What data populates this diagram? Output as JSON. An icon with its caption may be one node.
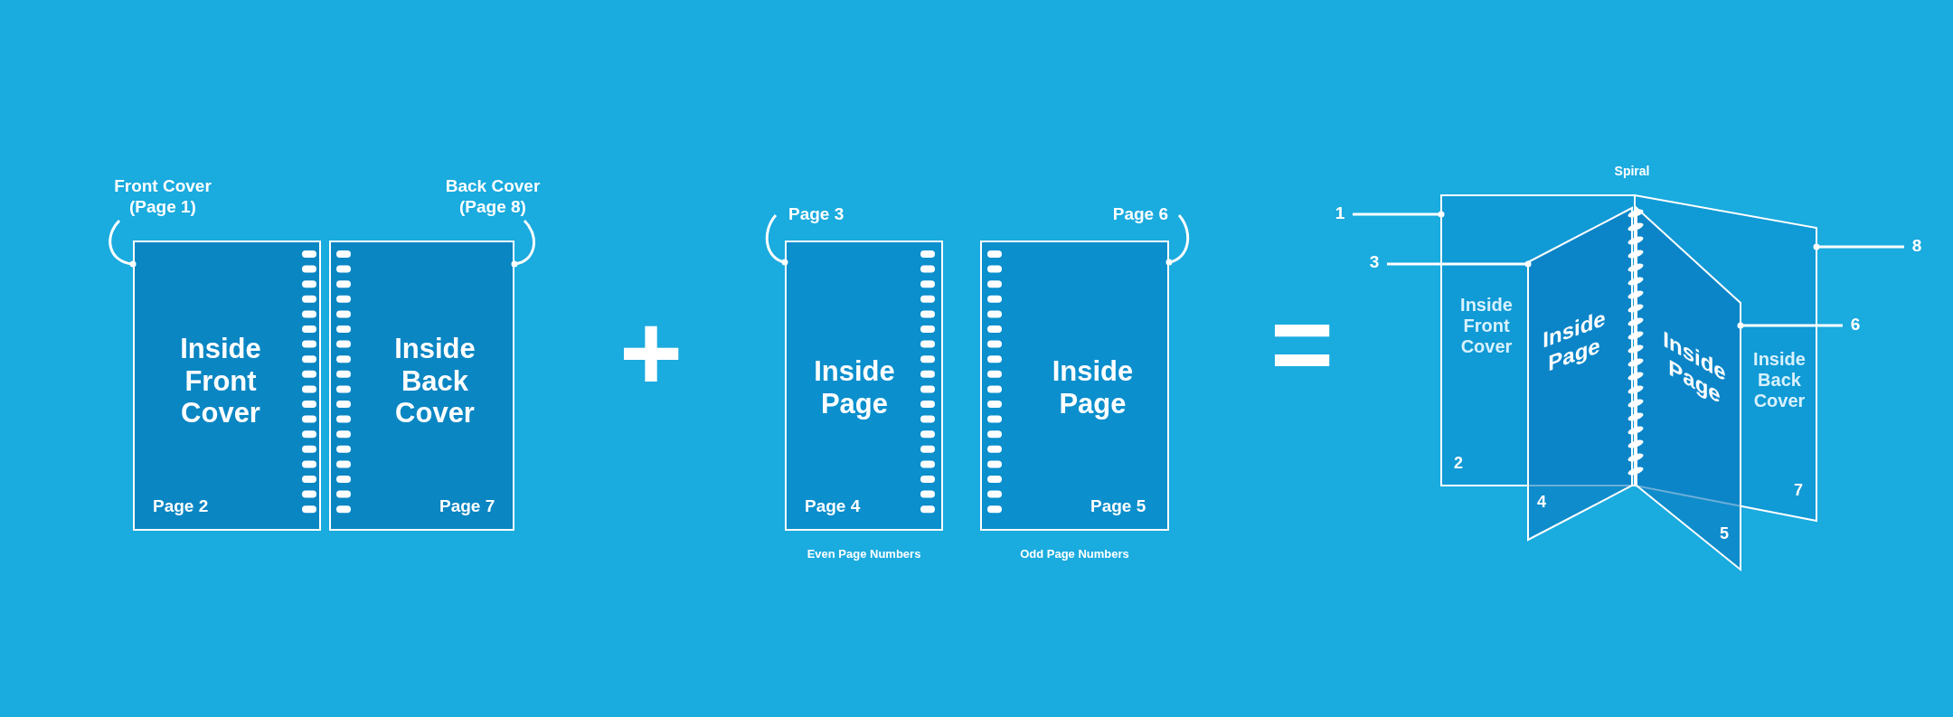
{
  "diagram": {
    "nodes": [
      {
        "text": [
          "Inside Front Cover",
          "Page 2"
        ]
      },
      {
        "text": [
          "Inside Back Cover",
          "Page 7"
        ]
      },
      {
        "text": [
          "Inside Page",
          "Page 4"
        ],
        "beside": [
          "Even Page Numbers"
        ]
      },
      {
        "text": [
          "Inside Page",
          "Page 5"
        ],
        "beside": [
          "Odd Page Numbers"
        ]
      },
      {
        "text": [
          "Front Cover (Page 1)"
        ]
      },
      {
        "text": [
          "Back Cover (Page 8)"
        ]
      },
      {
        "text": [
          "Page 3"
        ]
      },
      {
        "text": [
          "Page 6"
        ]
      },
      {
        "text": [
          "Inside Front Cover",
          "2"
        ]
      },
      {
        "text": [
          "Inside Page",
          "4"
        ]
      },
      {
        "text": [
          "Inside Page",
          "5"
        ]
      },
      {
        "text": [
          "Inside Back Cover",
          "7"
        ]
      },
      {
        "text": [
          "1"
        ]
      },
      {
        "text": [
          "3"
        ]
      },
      {
        "text": [
          "6"
        ]
      },
      {
        "text": [
          "8"
        ]
      }
    ],
    "edges": [
      {
        "from": 4,
        "to": 0,
        "arrow": "other"
      },
      {
        "from": 5,
        "to": 1,
        "arrow": "other"
      },
      {
        "from": 6,
        "to": 2,
        "arrow": "other"
      },
      {
        "from": 7,
        "to": 3,
        "arrow": "other"
      },
      {
        "from": 12,
        "to": 8,
        "arrow": "other"
      },
      {
        "from": 13,
        "to": 9,
        "arrow": "other"
      },
      {
        "from": 14,
        "to": 10,
        "arrow": "other"
      },
      {
        "from": 15,
        "to": 11,
        "arrow": "other"
      }
    ],
    "labels": [
      "+",
      "Spiral",
      "="
    ]
  }
}
